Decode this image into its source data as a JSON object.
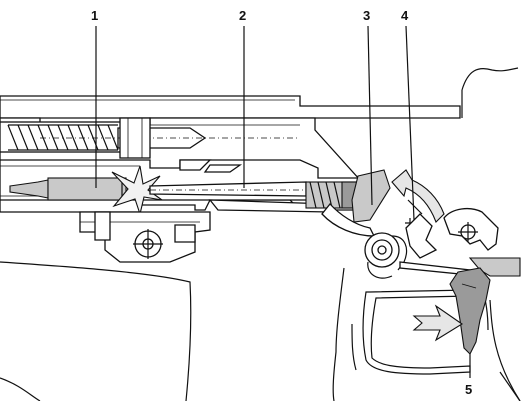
{
  "callouts": [
    {
      "label": "1"
    },
    {
      "label": "2"
    },
    {
      "label": "3"
    },
    {
      "label": "4"
    },
    {
      "label": "5"
    }
  ],
  "colors": {
    "stroke": "#111111",
    "fill_light": "#c9c9c9",
    "fill_dark": "#9a9a9a",
    "arrow_light": "#e6e6e6",
    "background": "#ffffff"
  }
}
